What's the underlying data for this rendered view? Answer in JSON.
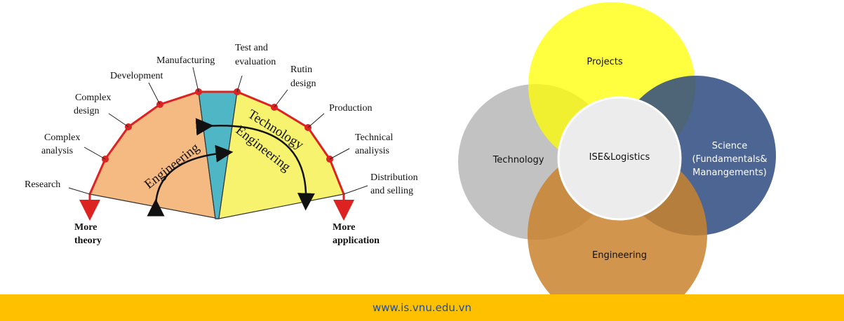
{
  "spectrum": {
    "labels": {
      "research": "Research",
      "complex_analysis": [
        "Complex",
        "analysis"
      ],
      "complex_design": [
        "Complex",
        "design"
      ],
      "development": "Development",
      "manufacturing": "Manufacturing",
      "test_evaluation": [
        "Test and",
        "evaluation"
      ],
      "rutin_design": [
        "Rutin",
        "design"
      ],
      "production": "Production",
      "technical_analysis": [
        "Technical",
        "analiysis"
      ],
      "distribution": [
        "Distribution",
        "and selling"
      ]
    },
    "arc_engineering": "Engineering",
    "arc_technology": "Technology",
    "arc_tech_engineering": "Engineering",
    "more_theory": [
      "More",
      "theory"
    ],
    "more_application": [
      "More",
      "application"
    ],
    "colors": {
      "left": "#f5b982",
      "middle": "#4fb6c6",
      "right": "#f7f36e",
      "outline": "#dd2222"
    }
  },
  "venn": {
    "center": "ISE&Logistics",
    "projects": "Projects",
    "technology": "Technology",
    "science": [
      "Science",
      "(Fundamentals&",
      "Manangements)"
    ],
    "engineering": "Engineering",
    "colors": {
      "projects": "#ffff00",
      "technology": "#b5b5b5",
      "science": "#2e4a80",
      "engineering": "#c9832e",
      "center": "#ececec"
    }
  },
  "footer": {
    "url": "www.is.vnu.edu.vn"
  }
}
